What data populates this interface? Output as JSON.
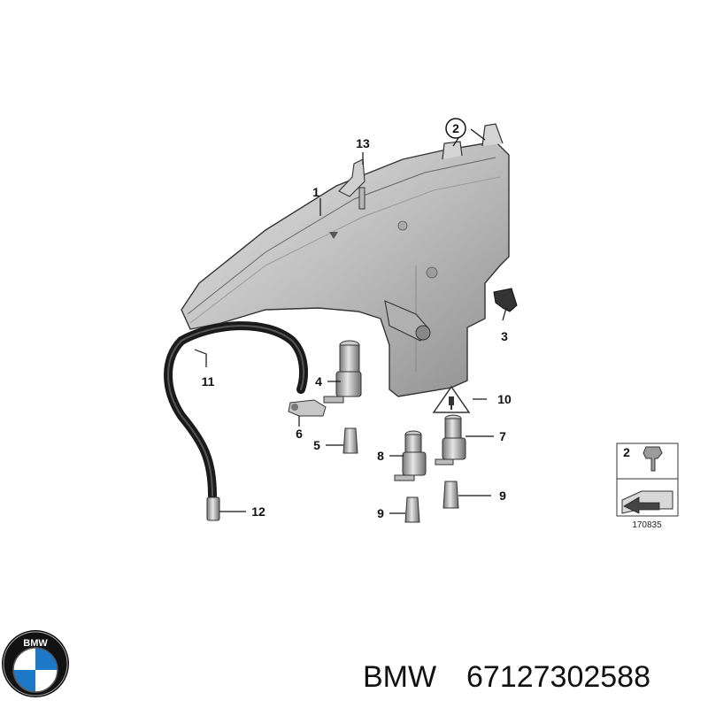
{
  "parts": [
    {
      "id": "part-1",
      "label": "1"
    },
    {
      "id": "part-2",
      "label": "2"
    },
    {
      "id": "part-3",
      "label": "3"
    },
    {
      "id": "part-4",
      "label": "4"
    },
    {
      "id": "part-5",
      "label": "5"
    },
    {
      "id": "part-6",
      "label": "6"
    },
    {
      "id": "part-7",
      "label": "7"
    },
    {
      "id": "part-8",
      "label": "8"
    },
    {
      "id": "part-9a",
      "label": "9"
    },
    {
      "id": "part-9b",
      "label": "9"
    },
    {
      "id": "part-10",
      "label": "10"
    },
    {
      "id": "part-11",
      "label": "11"
    },
    {
      "id": "part-12",
      "label": "12"
    },
    {
      "id": "part-13",
      "label": "13"
    }
  ],
  "inset": {
    "label": "2",
    "code": "170835"
  },
  "brand": {
    "name": "BMW",
    "part_number": "67127302588",
    "logo_text": "BMW"
  },
  "colors": {
    "part_fill": "#c9c9c9",
    "part_dark": "#8a8a8a",
    "line": "#111111"
  },
  "icons": [
    "bmw-logo",
    "warning-triangle-icon",
    "arrow-icon"
  ]
}
